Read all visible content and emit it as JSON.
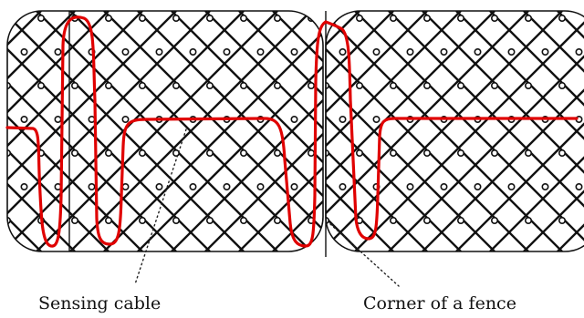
{
  "labels": {
    "sensing_cable": "Sensing cable",
    "corner_of_fence": "Corner of a fence"
  },
  "colors": {
    "mesh": "#111111",
    "cable": "#e00000",
    "leader": "#222222",
    "frame": "#111111"
  },
  "icons": {
    "mesh": "chain-link-mesh",
    "cable": "sensing-cable-line"
  }
}
